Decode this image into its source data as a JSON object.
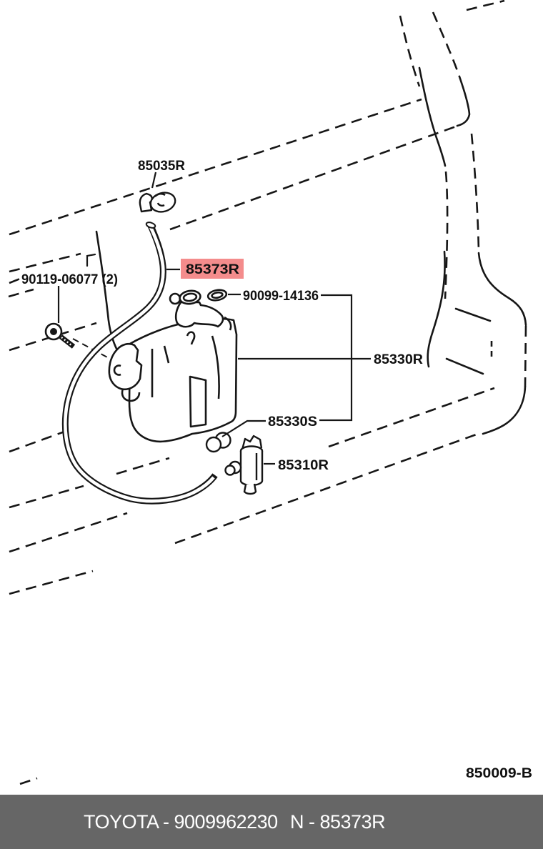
{
  "parts": {
    "nozzle_label": "85035R",
    "bolt_label": "90119-06077 (2)",
    "hose_label": "85373R",
    "packing_label": "90099-14136",
    "tank_label": "85330R",
    "tank_sub_label": "85330S",
    "pump_label": "85310R"
  },
  "highlight": {
    "background": "#F48C8C",
    "text_color": "#7D0A0F"
  },
  "figure_code": "850009-B",
  "footer": {
    "left_text": "TOYOTA - 9009962230",
    "right_text": "N - 85373R",
    "background": "#666666",
    "text_color": "#FFFFFF"
  }
}
